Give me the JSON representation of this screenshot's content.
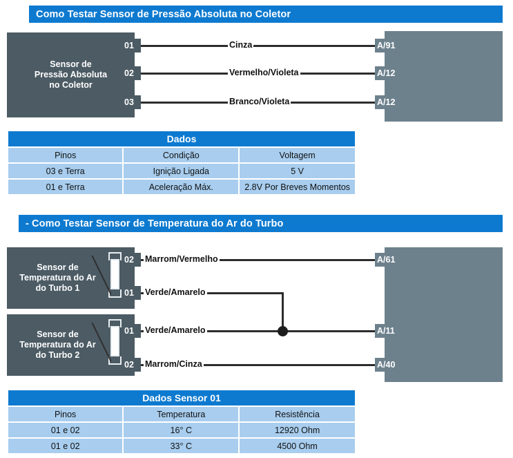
{
  "sections": [
    {
      "header": "Como Testar Sensor de Pressão Absoluta no Coletor",
      "sensor_label": "Sensor de\nPressão Absoluta\nno Coletor",
      "connections": [
        {
          "pin": "01",
          "wire": "Cinza",
          "ecu_pin": "A/91"
        },
        {
          "pin": "02",
          "wire": "Vermelho/Violeta",
          "ecu_pin": "A/12"
        },
        {
          "pin": "03",
          "wire": "Branco/Violeta",
          "ecu_pin": "A/12"
        }
      ],
      "table": {
        "title": "Dados",
        "columns": [
          "Pinos",
          "Condição",
          "Voltagem"
        ],
        "rows": [
          [
            "03 e Terra",
            "Ignição Ligada",
            "5 V"
          ],
          [
            "01 e Terra",
            "Aceleração Máx.",
            "2.8V Por Breves Momentos"
          ]
        ]
      }
    },
    {
      "header": "- Como Testar Sensor de Temperatura do Ar do Turbo",
      "sensor_label_1": "Sensor de\nTemperatura do Ar\ndo Turbo 1",
      "sensor_label_2": "Sensor de\nTemperatura do Ar\ndo Turbo 2",
      "connections": [
        {
          "pin": "02",
          "wire": "Marrom/Vermelho",
          "ecu_pin": "A/61"
        },
        {
          "pin": "01",
          "wire": "Verde/Amarelo",
          "ecu_pin": ""
        },
        {
          "pin": "01",
          "wire": "Verde/Amarelo",
          "ecu_pin": "A/11"
        },
        {
          "pin": "02",
          "wire": "Marrom/Cinza",
          "ecu_pin": "A/40"
        }
      ],
      "table": {
        "title": "Dados Sensor 01",
        "columns": [
          "Pinos",
          "Temperatura",
          "Resistência"
        ],
        "rows": [
          [
            "01 e 02",
            "16° C",
            "12920 Ohm"
          ],
          [
            "01 e 02",
            "33° C",
            "4500 Ohm"
          ]
        ]
      }
    }
  ],
  "colors": {
    "header_blue": "#0d7ad0",
    "table_row_blue": "#a8cdee",
    "sensor_block": "#4c5b64",
    "ecu_block": "#6d818d",
    "wire": "#2c2c2c"
  }
}
